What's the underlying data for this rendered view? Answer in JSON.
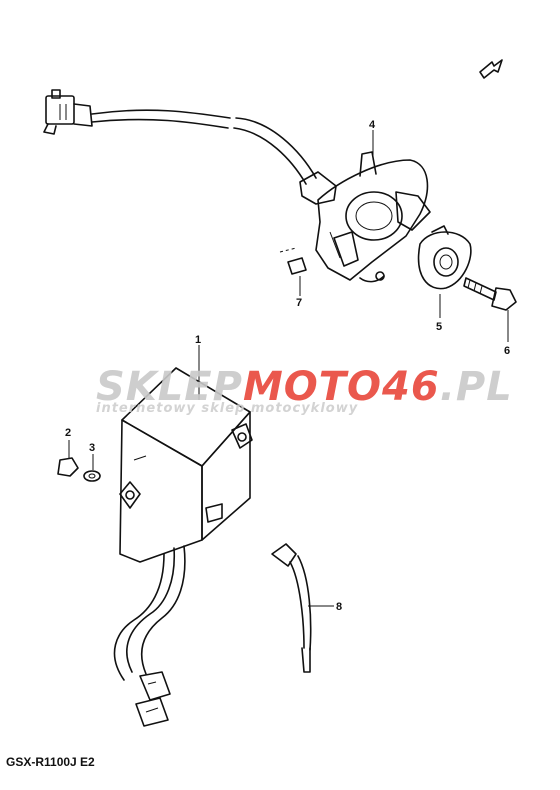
{
  "watermark": {
    "brand": "SKLEPMOTO46.PL",
    "tagline": "internetowy sklep motocyklowy",
    "colors": {
      "gray": "#c9c9c9",
      "red": "#e8463a"
    }
  },
  "model_code": "GSX-R1100J E2",
  "callouts": [
    "1",
    "2",
    "3",
    "4",
    "5",
    "6",
    "7",
    "8"
  ]
}
